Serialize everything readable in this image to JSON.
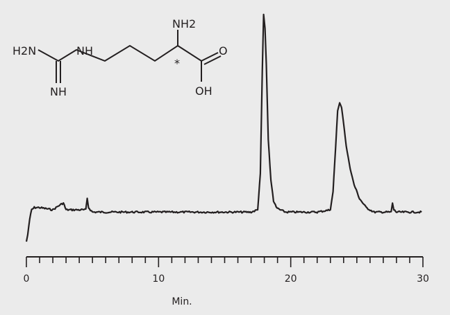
{
  "chart_data": {
    "type": "line",
    "title": "",
    "xlabel": "Min.",
    "ylabel": "",
    "xlim": [
      0,
      30
    ],
    "ylim": [
      0,
      100
    ],
    "x_ticks": [
      0,
      10,
      20,
      30
    ],
    "x_tick_labels": [
      "0",
      "10",
      "20",
      "30"
    ],
    "minor_tick_step": 1,
    "grid": false,
    "legend": "none",
    "line_color": "#231f20",
    "background_color": "#ebebeb",
    "series": [
      {
        "x": [
          0,
          0.1,
          0.25,
          0.4,
          0.6,
          1,
          2,
          2.5,
          2.8,
          3,
          4,
          4.5,
          4.6,
          4.7,
          5,
          6,
          8,
          10,
          12,
          14,
          16,
          17,
          17.5,
          17.7,
          17.85,
          17.95,
          18.05,
          18.15,
          18.3,
          18.5,
          18.7,
          18.9,
          19.2,
          19.6,
          20,
          21,
          22,
          23,
          23.2,
          23.4,
          23.55,
          23.7,
          23.85,
          24,
          24.2,
          24.5,
          24.8,
          25.2,
          25.7,
          26.3,
          27,
          27.6,
          27.7,
          27.8,
          28,
          29,
          29.9
        ],
        "y": [
          0,
          3,
          10,
          14,
          15,
          15,
          14,
          16,
          17,
          14,
          14,
          14,
          19,
          15,
          13,
          13,
          13,
          13,
          13,
          13,
          13,
          13,
          14,
          30,
          75,
          100,
          94,
          78,
          45,
          27,
          18,
          15,
          14,
          13,
          13,
          13,
          13,
          14,
          22,
          42,
          58,
          61,
          59,
          52,
          42,
          32,
          25,
          19,
          15,
          13,
          13,
          13,
          17,
          14,
          13,
          13,
          13
        ]
      }
    ],
    "annotations": {
      "molecule_labels": [
        "H2N",
        "NH",
        "NH",
        "NH2",
        "O",
        "OH",
        "*"
      ]
    }
  }
}
